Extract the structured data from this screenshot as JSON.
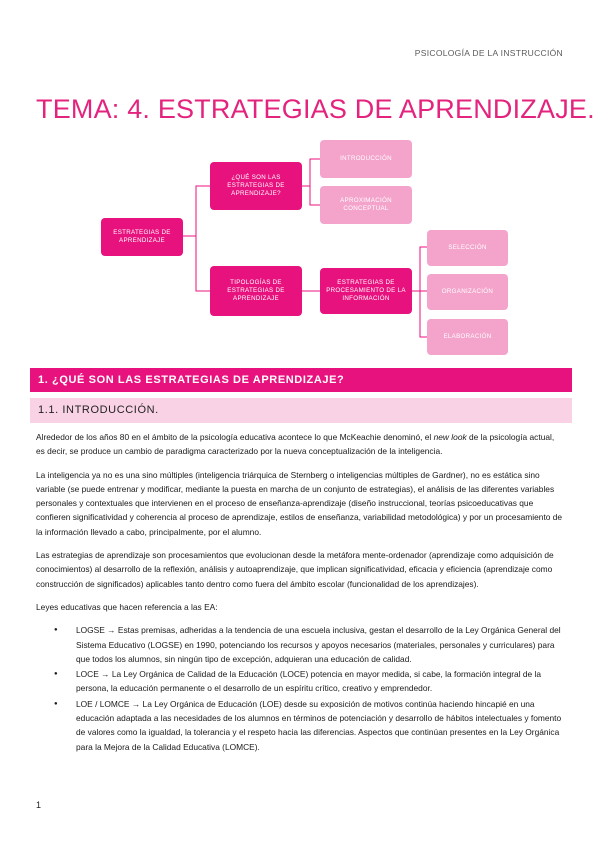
{
  "header": {
    "running_title": "PSICOLOGÍA DE LA INSTRUCCIÓN"
  },
  "title": "TEMA: 4. ESTRATEGIAS DE APRENDIZAJE.",
  "diagram": {
    "root": "ESTRATEGIAS DE APRENDIZAJE",
    "branch1": "¿QUÉ SON LAS ESTRATEGIAS DE APRENDIZAJE?",
    "branch1_children": [
      "INTRODUCCIÓN",
      "APROXIMACIÓN CONCEPTUAL"
    ],
    "branch2": "TIPOLOGÍAS DE ESTRATEGIAS DE APRENDIZAJE",
    "branch2_child": "ESTRATEGIAS DE PROCESAMIENTO DE LA INFORMACIÓN",
    "branch2_grandchildren": [
      "SELECCIÓN",
      "ORGANIZACIÓN",
      "ELABORACIÓN"
    ],
    "colors": {
      "dark": "#e8127f",
      "light": "#f4a3cb",
      "line": "#e8127f"
    }
  },
  "section1": {
    "heading": "1. ¿QUÉ SON LAS ESTRATEGIAS DE APRENDIZAJE?"
  },
  "section1_1": {
    "heading": "1.1. INTRODUCCIÓN."
  },
  "paragraphs": {
    "p1_before": "Alrededor de los años 80 en el ámbito de la psicología educativa acontece lo que McKeachie denominó, el ",
    "p1_em": "new look",
    "p1_after": " de la psicología actual, es decir, se produce un cambio de paradigma caracterizado por la nueva conceptualización de la inteligencia.",
    "p2": "La inteligencia ya no es una sino múltiples (inteligencia triárquica de Sternberg o inteligencias múltiples de Gardner), no es estática sino variable (se puede entrenar y modificar, mediante la puesta en marcha de un conjunto de estrategias), el análisis de las diferentes variables personales y contextuales que intervienen en el proceso de enseñanza-aprendizaje (diseño instruccional, teorías psicoeducativas que confieren significatividad y coherencia al proceso de aprendizaje, estilos de enseñanza, variabilidad metodológica) y por un procesamiento de la información llevado a cabo, principalmente, por el alumno.",
    "p3": "Las estrategias de aprendizaje son procesamientos que evolucionan desde la metáfora mente-ordenador (aprendizaje como adquisición de conocimientos) al desarrollo de la reflexión, análisis y autoaprendizaje, que implican significatividad, eficacia y eficiencia (aprendizaje como construcción de significados) aplicables tanto dentro como fuera del ámbito escolar (funcionalidad de los aprendizajes).",
    "p4": "Leyes educativas que hacen referencia a las EA:"
  },
  "bullets": [
    "LOGSE → Estas premisas, adheridas a la tendencia de una escuela inclusiva, gestan el desarrollo de la Ley Orgánica General del Sistema Educativo (LOGSE) en 1990, potenciando los recursos y apoyos necesarios (materiales, personales y curriculares) para que todos los alumnos, sin ningún tipo de excepción, adquieran una educación de calidad.",
    "LOCE → La Ley Orgánica de Calidad de la Educación (LOCE) potencia en mayor medida, si cabe, la formación integral de la persona, la educación permanente o el desarrollo de un espíritu crítico, creativo y emprendedor.",
    "LOE / LOMCE → La Ley Orgánica de Educación (LOE) desde su exposición de motivos continúa haciendo hincapié en una educación adaptada a las necesidades de los alumnos en términos de potenciación y desarrollo de hábitos intelectuales y fomento de valores como la igualdad, la tolerancia y el respeto hacia las diferencias. Aspectos que continúan presentes en la Ley Orgánica para la Mejora de la Calidad Educativa (LOMCE)."
  ],
  "footer": {
    "page_number": "1"
  }
}
